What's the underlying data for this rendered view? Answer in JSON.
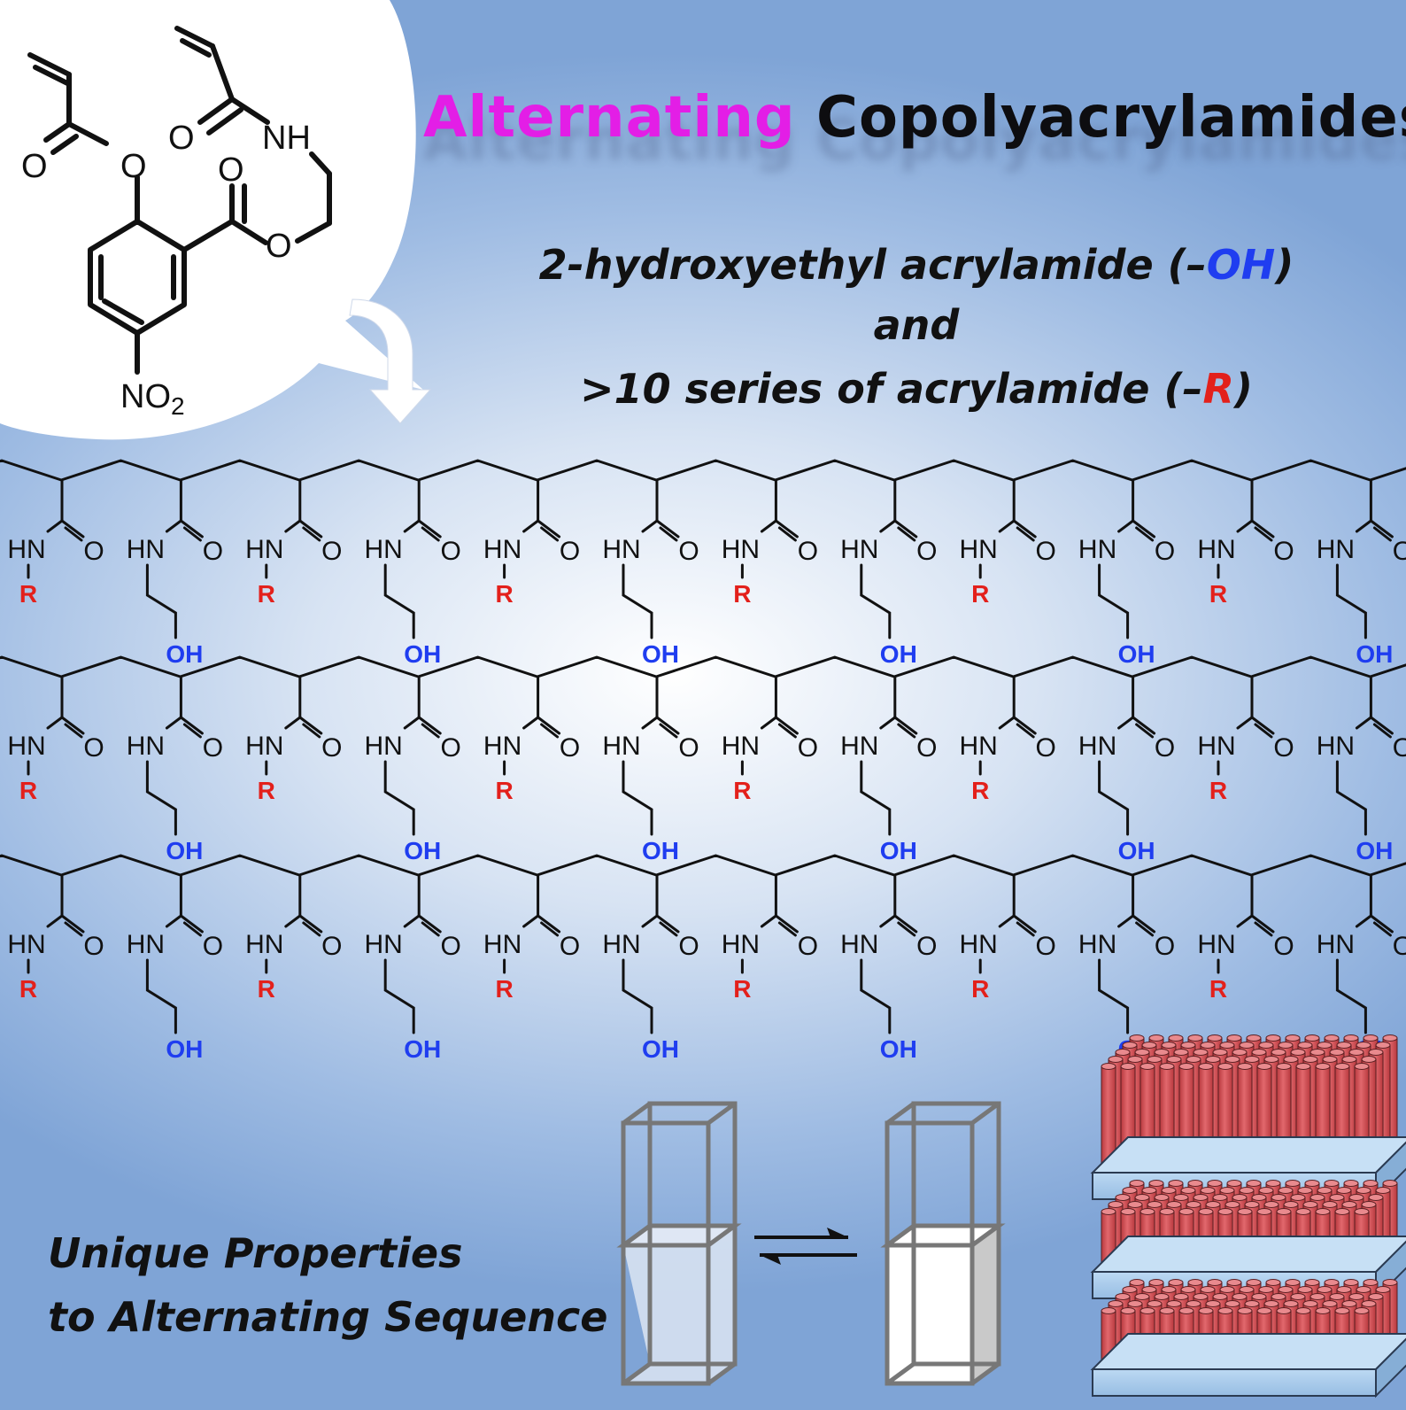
{
  "title": {
    "part1": "Alternating",
    "part2": "Copolyacrylamides"
  },
  "subtitle": {
    "line1_prefix": "2-hydroxyethyl acrylamide (–",
    "line1_highlight": "OH",
    "line1_suffix": ")",
    "line2": "and",
    "line3_prefix": ">10 series of acrylamide (–",
    "line3_highlight": "R",
    "line3_suffix": ")"
  },
  "tagline": {
    "line1": "Unique Properties",
    "line2": "to Alternating Sequence"
  },
  "monomer_labels": {
    "o": "O",
    "nh": "NH",
    "no2": "NO",
    "no2_sub": "2"
  },
  "chain_labels": {
    "hn": "HN",
    "o": "O",
    "r": "R",
    "oh": "OH"
  },
  "colors": {
    "title_accent": "#e31ee6",
    "oh_label": "#1f3df0",
    "r_label": "#e3201b",
    "cylinder_fill": "#d9595e",
    "slab_fill": "#a7ccec"
  },
  "icons": [
    "speech-bubble",
    "curved-arrow",
    "cuvette",
    "equilibrium-arrows",
    "cylinder-array"
  ]
}
